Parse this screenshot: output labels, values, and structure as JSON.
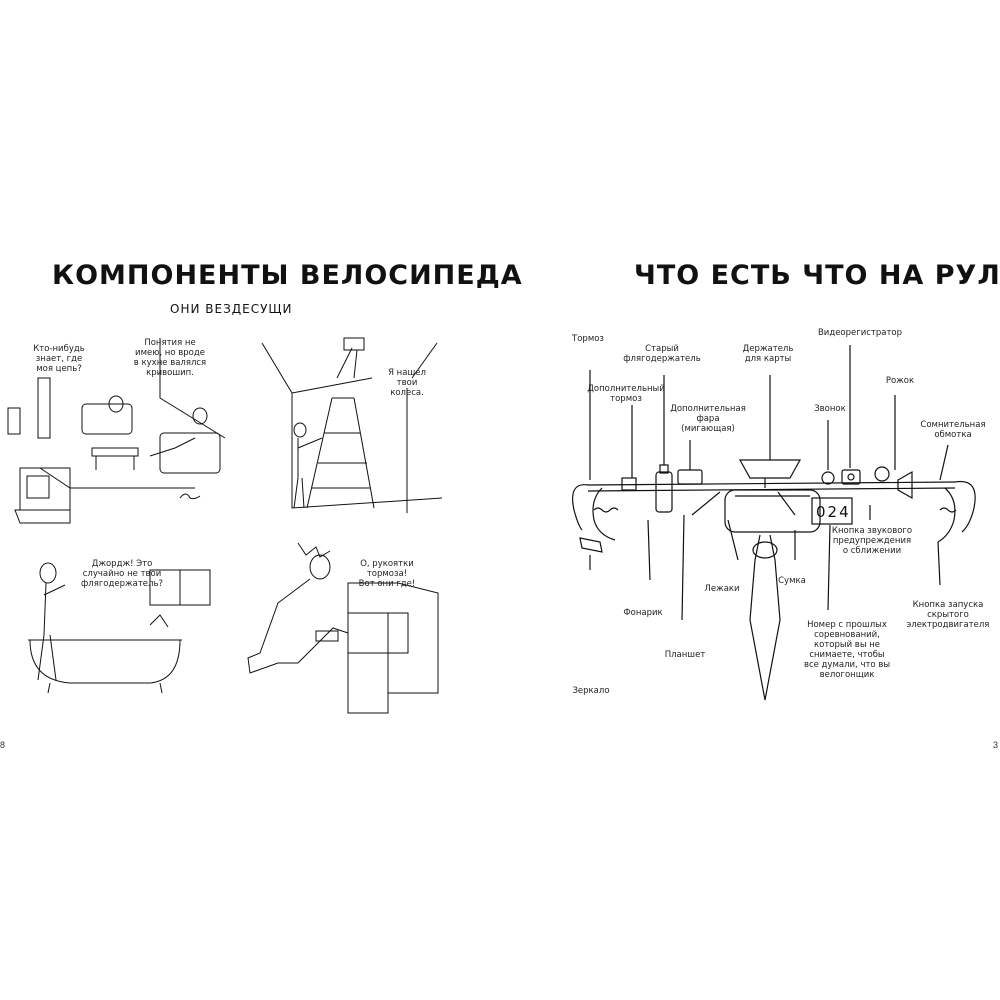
{
  "left_page": {
    "title": "КОМПОНЕНТЫ ВЕЛОСИПЕДА",
    "subtitle": "ОНИ ВЕЗДЕСУЩИ",
    "page_number": "8",
    "panels": [
      {
        "bubbles": [
          "Кто-нибудь\nзнает, где\nмоя цепь?",
          "Понятия не\nимею, но вроде\nв кухне валялся\nкривошип."
        ]
      },
      {
        "bubbles": [
          "Я нашел\nтвои\nколеса."
        ]
      },
      {
        "bubbles": [
          "Джордж! Это\nслучайно не твой\nфлягодержатель?"
        ]
      },
      {
        "bubbles": [
          "О, рукоятки\nтормоза!\nВот они где!"
        ]
      }
    ]
  },
  "right_page": {
    "title": "ЧТО ЕСТЬ ЧТО НА РУЛЕ",
    "page_number": "3",
    "race_number": "024",
    "labels": {
      "brake": "Тормоз",
      "old_bottle_holder": "Старый\nфлягодержатель",
      "map_holder": "Держатель\nдля карты",
      "dashcam": "Видеорегистратор",
      "horn": "Рожок",
      "extra_brake": "Дополнительный\nтормоз",
      "extra_light": "Дополнительная\nфара\n(мигающая)",
      "bell": "Звонок",
      "dubious_tape": "Сомнительная\nобмотка",
      "proximity_button": "Кнопка звукового\nпредупреждения\nо сближении",
      "bag": "Сумка",
      "aero_bars": "Лежаки",
      "flashlight": "Фонарик",
      "tablet": "Планшет",
      "motor_button": "Кнопка запуска\nскрытого\nэлектродвигателя",
      "race_number_note": "Номер с прошлых\nсоревнований,\nкоторый вы не\nснимаете, чтобы\nвсе думали, что вы\nвелогонщик",
      "mirror": "Зеркало"
    }
  }
}
